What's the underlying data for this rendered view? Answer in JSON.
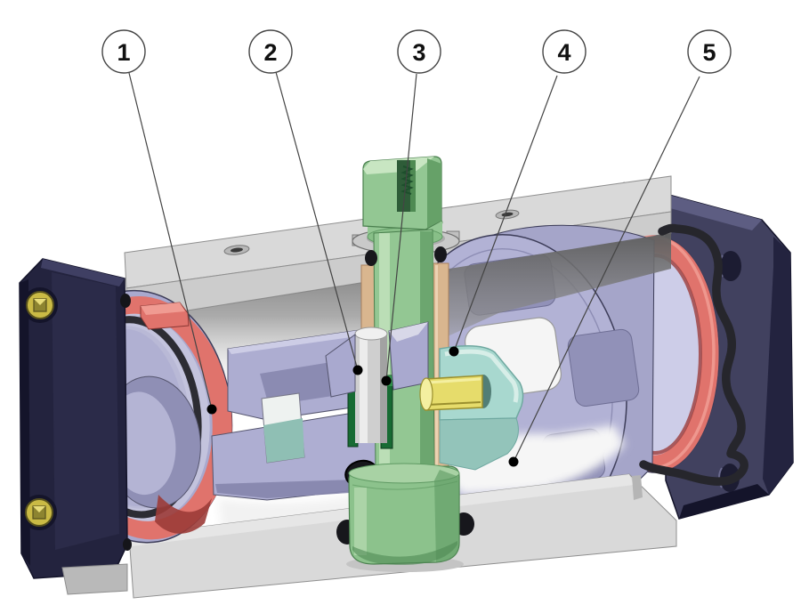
{
  "figure": {
    "description": "Cutaway 3D section view of a pneumatic rack-and-pinion rotary actuator with five numbered part callouts",
    "background": "#ffffff"
  },
  "callouts": [
    {
      "label": "1"
    },
    {
      "label": "2"
    },
    {
      "label": "3"
    },
    {
      "label": "4"
    },
    {
      "label": "5"
    }
  ],
  "palette": {
    "background": "#ffffff",
    "line": "#444444",
    "callout_fill": "#ffffff",
    "callout_text": "#111111",
    "outline": "#3c3c58",
    "cap_navy": "#23233e",
    "cap_navy_light": "#3f3f63",
    "cap_navy_inner": "#2b2b49",
    "cap_navy_dark": "#14142a",
    "flange_navy": "#41415f",
    "flange_bevel": "#5d5d82",
    "flange_side": "#23233f",
    "flange_hole": "#1c1c32",
    "screw_brass": "#caba45",
    "screw_brass_dark": "#57511c",
    "body_gray": "#d9d9d9",
    "body_face_gray": "#cccccc",
    "body_gray_dark": "#9b9b9b",
    "shadow_gray": "#6a6a6a",
    "bore_white": "#f5f5f5",
    "piston": "#b2b2d5",
    "piston_light": "#cdcde8",
    "piston_mid": "#9191b8",
    "piston_dark": "#8585ac",
    "seal_red": "#e0736c",
    "seal_red_light": "#f09b92",
    "seal_red_dark": "#9c3c39",
    "oring": "#2c2c33",
    "shaft_green": "#93c793",
    "shaft_green_light": "#c8e6c2",
    "shaft_green_dark": "#5f9a63",
    "slot_green": "#2e5c38",
    "spring_green": "#1d4f2c",
    "strip_tan": "#d9b68f",
    "strip_tan_dark": "#a9805c",
    "strip_green": "#176b33",
    "strip_green_light": "#2f8f4a",
    "rod_gray": "#cfcfcf",
    "rod_light": "#f0f0f0",
    "rod_dark": "#8f8f8f",
    "yoke_teal": "#a8d8cf",
    "yoke_teal_light": "#d9efe9",
    "yoke_teal_dark": "#6fa8a0",
    "yoke_bore": "#527e76",
    "pin_yellow": "#e6dc6b",
    "pin_yellow_light": "#f4efa0",
    "pin_yellow_dark": "#9a8f2e"
  }
}
